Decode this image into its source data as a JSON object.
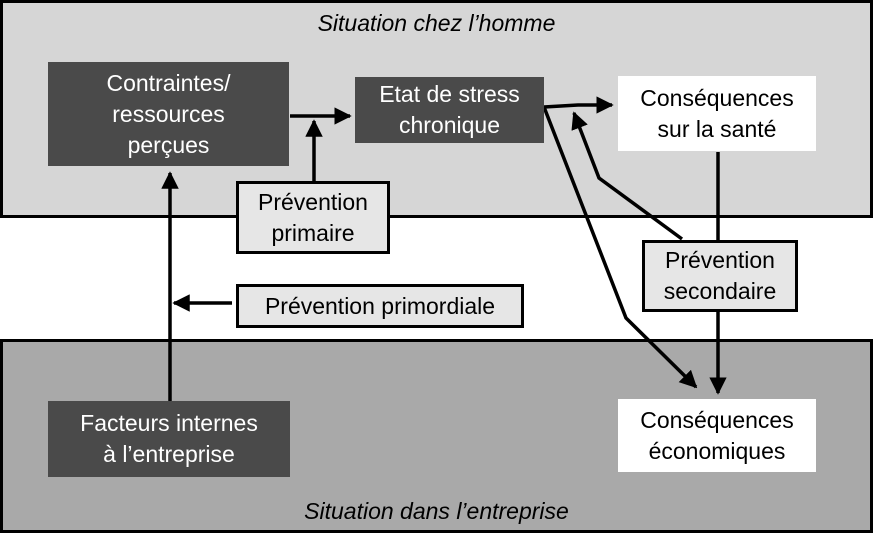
{
  "regions": {
    "top_label": "Situation chez l’homme",
    "bottom_label": "Situation dans l’entreprise"
  },
  "nodes": {
    "contraintes": "Contraintes/\nressources\nperçues",
    "stress": "Etat de stress\nchronique",
    "sante": "Conséquences\nsur la santé",
    "prevention_primaire": "Prévention\nprimaire",
    "prevention_primordiale": "Prévention primordiale",
    "prevention_secondaire": "Prévention\nsecondaire",
    "facteurs": "Facteurs internes\nà l’entreprise",
    "economiques": "Conséquences\néconomiques"
  },
  "colors": {
    "top_region": "#d6d6d6",
    "bottom_region": "#a9a9a9",
    "dark_box": "#4a4a4a",
    "light_box": "#e6e6e6"
  }
}
